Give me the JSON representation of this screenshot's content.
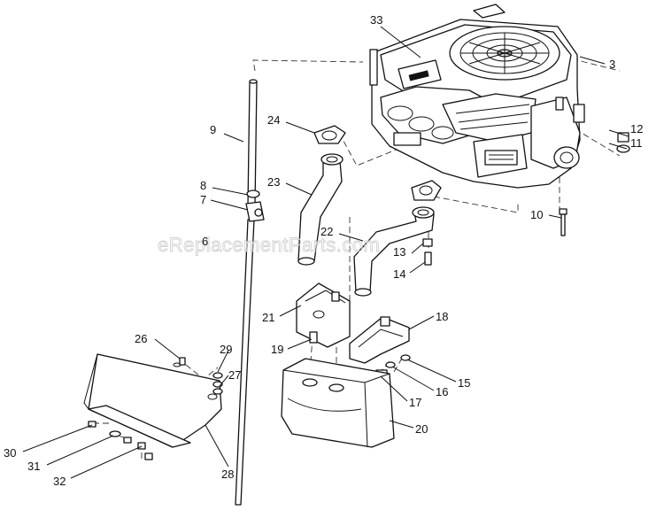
{
  "watermark": "eReplacementParts.com",
  "callouts": [
    "33",
    "3",
    "9",
    "24",
    "12",
    "11",
    "8",
    "7",
    "23",
    "10",
    "6",
    "22",
    "13",
    "14",
    "21",
    "18",
    "19",
    "26",
    "29",
    "27",
    "15",
    "16",
    "17",
    "20",
    "30",
    "31",
    "32",
    "28"
  ]
}
